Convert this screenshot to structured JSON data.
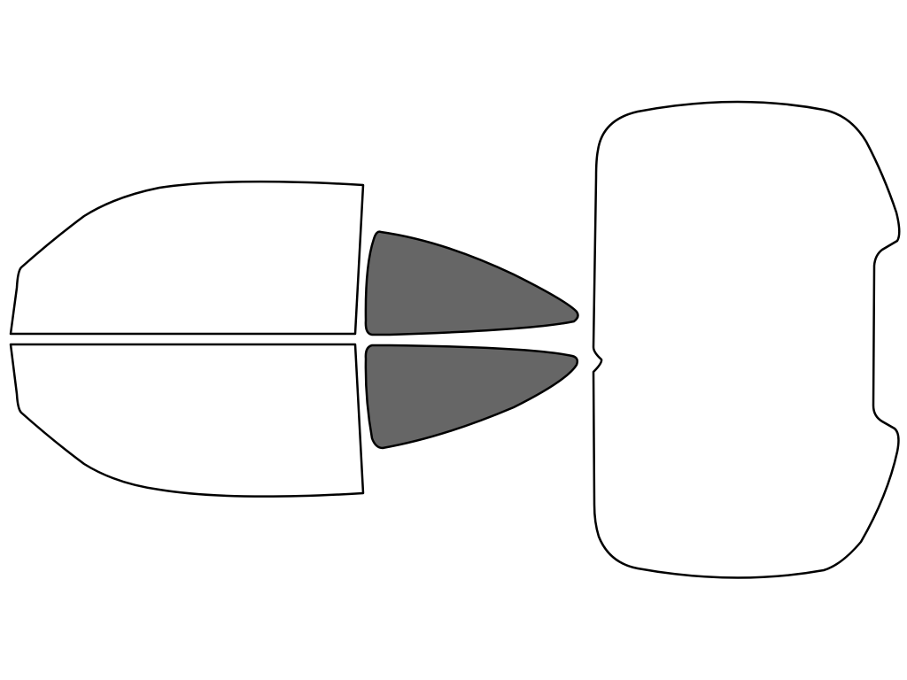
{
  "diagram": {
    "background_color": "#ffffff",
    "outline_color": "#000000",
    "panels": [
      {
        "id": "front-door-window-driver",
        "tinted": false
      },
      {
        "id": "front-door-window-passenger",
        "tinted": false
      },
      {
        "id": "quarter-window-driver",
        "tinted": true
      },
      {
        "id": "quarter-window-passenger",
        "tinted": true
      },
      {
        "id": "rear-windshield",
        "tinted": false
      }
    ],
    "colors": {
      "clear_fill": "#ffffff",
      "tinted_fill": "#666666"
    }
  }
}
